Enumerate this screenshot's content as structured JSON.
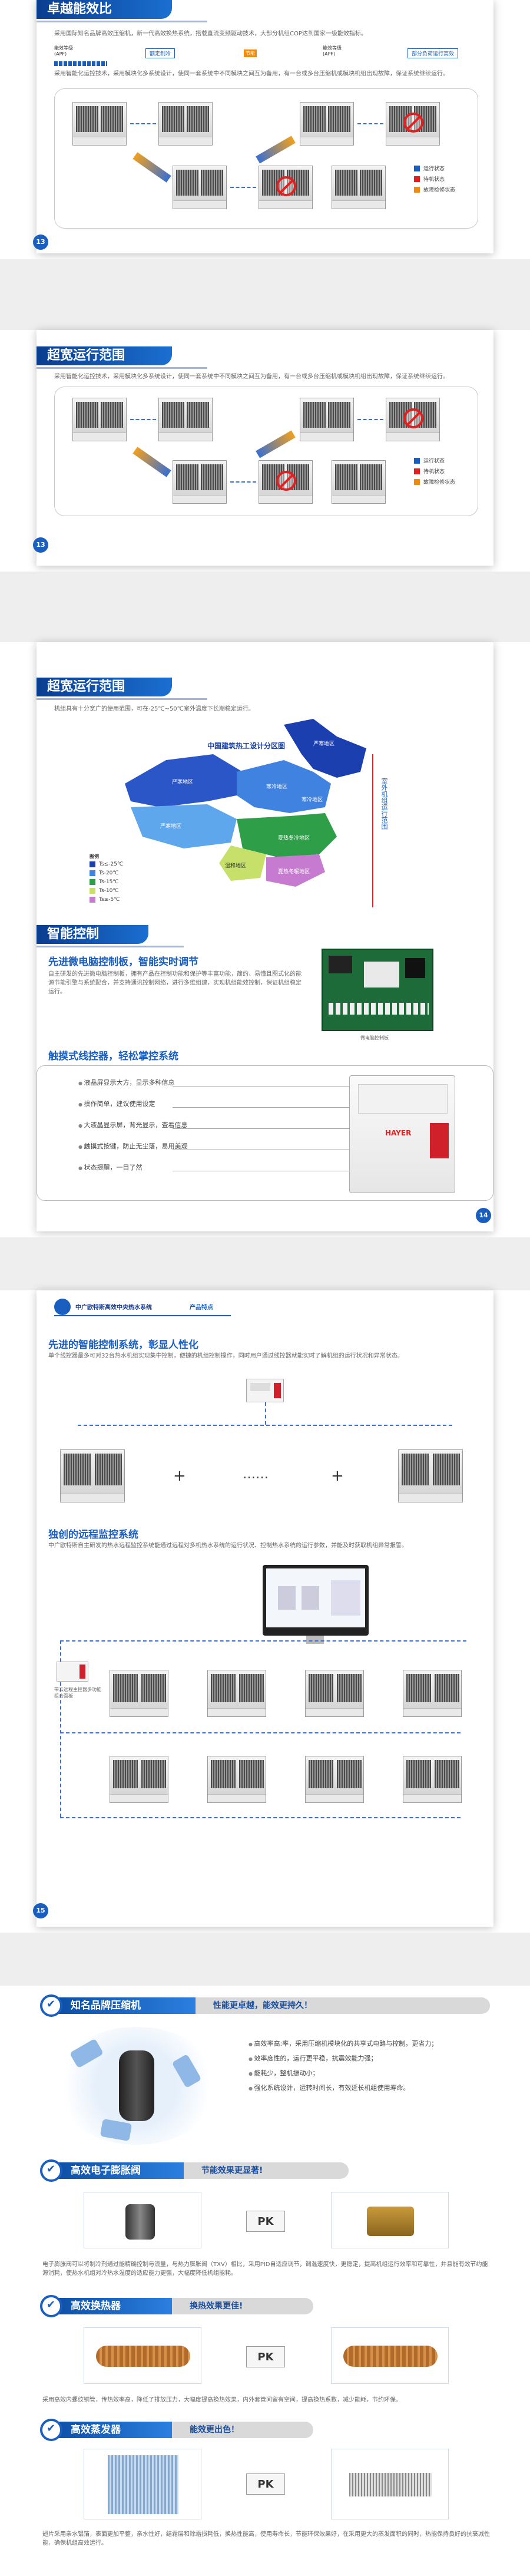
{
  "sec1": {
    "title": "卓越能效比",
    "intro": "采用国际知名品牌高效压缩机，新一代高效换热系统，搭载直流变频驱动技术，大部分机组COP达到国家一级能效指标。",
    "label_a": "能效等级",
    "label_a_sub": "(APF)",
    "btn_a": "额定制冷",
    "tag_mid": "节能",
    "label_b": "能效等级",
    "label_b_sub": "(APF)",
    "btn_b": "部分负荷运行高效",
    "desc": "采用智能化运控技术，采用模块化多系统设计，使同一套系统中不同模块之间互为备用，有一台或多台压缩机或模块机组出现故障，保证系统继续运行。",
    "legend": [
      "运行状态",
      "待机状态",
      "故障检修状态"
    ],
    "page": "13"
  },
  "sec2": {
    "title": "超宽运行范围",
    "desc": "采用智能化运控技术，采用模块化多系统设计，使同一套系统中不同模块之间互为备用，有一台或多台压缩机或模块机组出现故障，保证系统继续运行。",
    "legend": [
      "运行状态",
      "待机状态",
      "故障检修状态"
    ],
    "page": "13"
  },
  "sec3": {
    "title": "超宽运行范围",
    "desc": "机组具有十分宽广的使用范围，可在-25℃~50℃室外温度下长期稳定运行。",
    "map_title": "中国建筑热工设计分区图",
    "regions": [
      "严寒地区",
      "严寒地区",
      "寒冷地区",
      "夏热冬冷地区",
      "温和地区",
      "夏热冬暖地区",
      "严寒地区",
      "寒冷地区"
    ],
    "legend_title": "图例",
    "legend_items": [
      "Ts≤-25℃",
      "Ts-20℃",
      "Ts-15℃",
      "Ts-10℃",
      "Ts≥-5℃"
    ],
    "side_label": "室外机组运行范围",
    "control_title": "智能控制",
    "control_sub": "先进微电脑控制板，智能实时调节",
    "control_desc": "自主研发的先进微电脑控制板，拥有产品在控制功能和保护等丰富功能，简约、易懂且图式化的能源节能引擎与系统配合，并支持通讯控制网络，进行多维组建，实现机组能效控制，保证机组稳定运行。",
    "board_caption": "微电脑控制板",
    "panel_title": "触摸式线控器，轻松掌控系统",
    "panel_items": [
      "液晶屏显示大方，显示多种信息",
      "操作简单，建议使用设定",
      "大液晶显示屏，背光显示，查看信息",
      "触摸式按键，防止无尘落，易用美观",
      "状态提醒，一目了然"
    ],
    "panel_brand": "HAYER",
    "page": "14"
  },
  "sec4": {
    "banner": "中广欧特斯高效中央热水系统",
    "banner_tag": "产品特点",
    "title1": "先进的智能控制系统，彰显人性化",
    "desc1": "单个线控器最多可对32台热水机组实现集中控制，便捷的机组控制操作，同时用户通过线控器就能实时了解机组的运行状况和异常状态。",
    "plus": "+",
    "dots": "……",
    "title2": "独创的远程监控系统",
    "desc2": "中广欧特斯自主研发的热水远程监控系统能通过远程对多机热水系统的运行状况、控制热水系统的运行参数，并能及时获取机组异常报警。",
    "remote_caption": "带云远程主控器多功能组合面板",
    "page": "15"
  },
  "sec5": {
    "comp_title": "知名品牌压缩机",
    "comp_tag": "性能更卓越，能效更持久！",
    "comp_items": [
      "高效率高:率，采用压缩机模块化的共享式电路与控制，更省力；",
      "效率度性的，运行更平稳，抗震效能力强；",
      "能耗少，整机振动小；",
      "强化系统设计，运转时间长，有效延长机组使用寿命。"
    ],
    "valve_title": "高效电子膨胀阀",
    "valve_tag": "节能效果更显著!",
    "pk": "PK",
    "valve_desc": "电子膨胀阀可以将制冷剂通过能精确控制与流量，与热力膨胀阀（TXV）相比，采用PID自适应调节，调温速度快，更稳定，提高机组运行效率和可靠性，并且能有效节约能源消耗，使热水机组对冷热水温度的适应能力更强，大幅度降低机组能耗。",
    "hx_title": "高效换热器",
    "hx_tag": "换热效果更佳!",
    "hx_desc": "采用高效内螺纹铜管，传热效率高，降低了排放压力，大幅度提高换热效果，内外套管间留有空间，提高换热系数，减少能耗，节约环保。",
    "evap_title": "高效蒸发器",
    "evap_tag": "能效更出色！",
    "evap_desc": "翅片采用亲水铝箔，表面更加平整，亲水性好，结霜层和除霜损耗低，换热性能高，使用寿命长，节能环保效果好，在采用更大的蒸发面积的同时，热能保持良好的抗衰减性能，确保机组高效运行。"
  },
  "colors": {
    "brand_blue": "#1a5fbf",
    "running": "#1a5fbf",
    "standby": "#e02020",
    "fault": "#f08a10"
  }
}
